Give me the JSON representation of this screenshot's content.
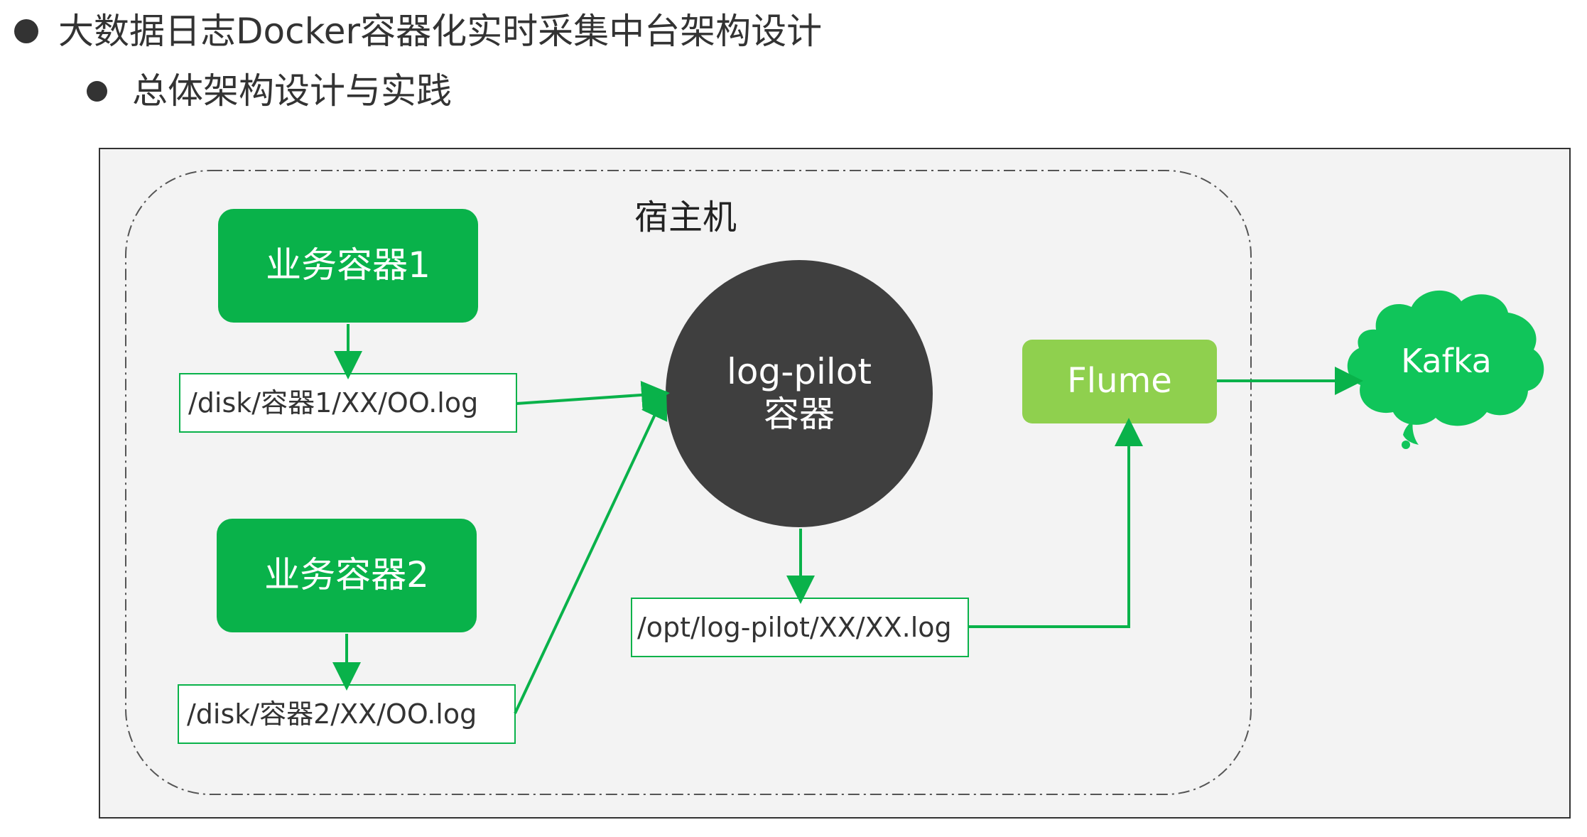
{
  "heading": {
    "level1": "大数据日志Docker容器化实时采集中台架构设计",
    "level2": "总体架构设计与实践"
  },
  "diagram": {
    "host_label": "宿主机",
    "container1_label": "业务容器1",
    "container2_label": "业务容器2",
    "log1_path": "/disk/容器1/XX/OO.log",
    "log2_path": "/disk/容器2/XX/OO.log",
    "logpilot_line1": "log-pilot",
    "logpilot_line2": "容器",
    "logpilot_output_path": "/opt/log-pilot/XX/XX.log",
    "flume_label": "Flume",
    "kafka_label": "Kafka",
    "colors": {
      "dark_green": "#09b24a",
      "light_green": "#8fd04e",
      "circle_gray": "#3f3f3f",
      "arrow_green": "#09b24a",
      "kafka_cloud": "#10c55a"
    }
  }
}
